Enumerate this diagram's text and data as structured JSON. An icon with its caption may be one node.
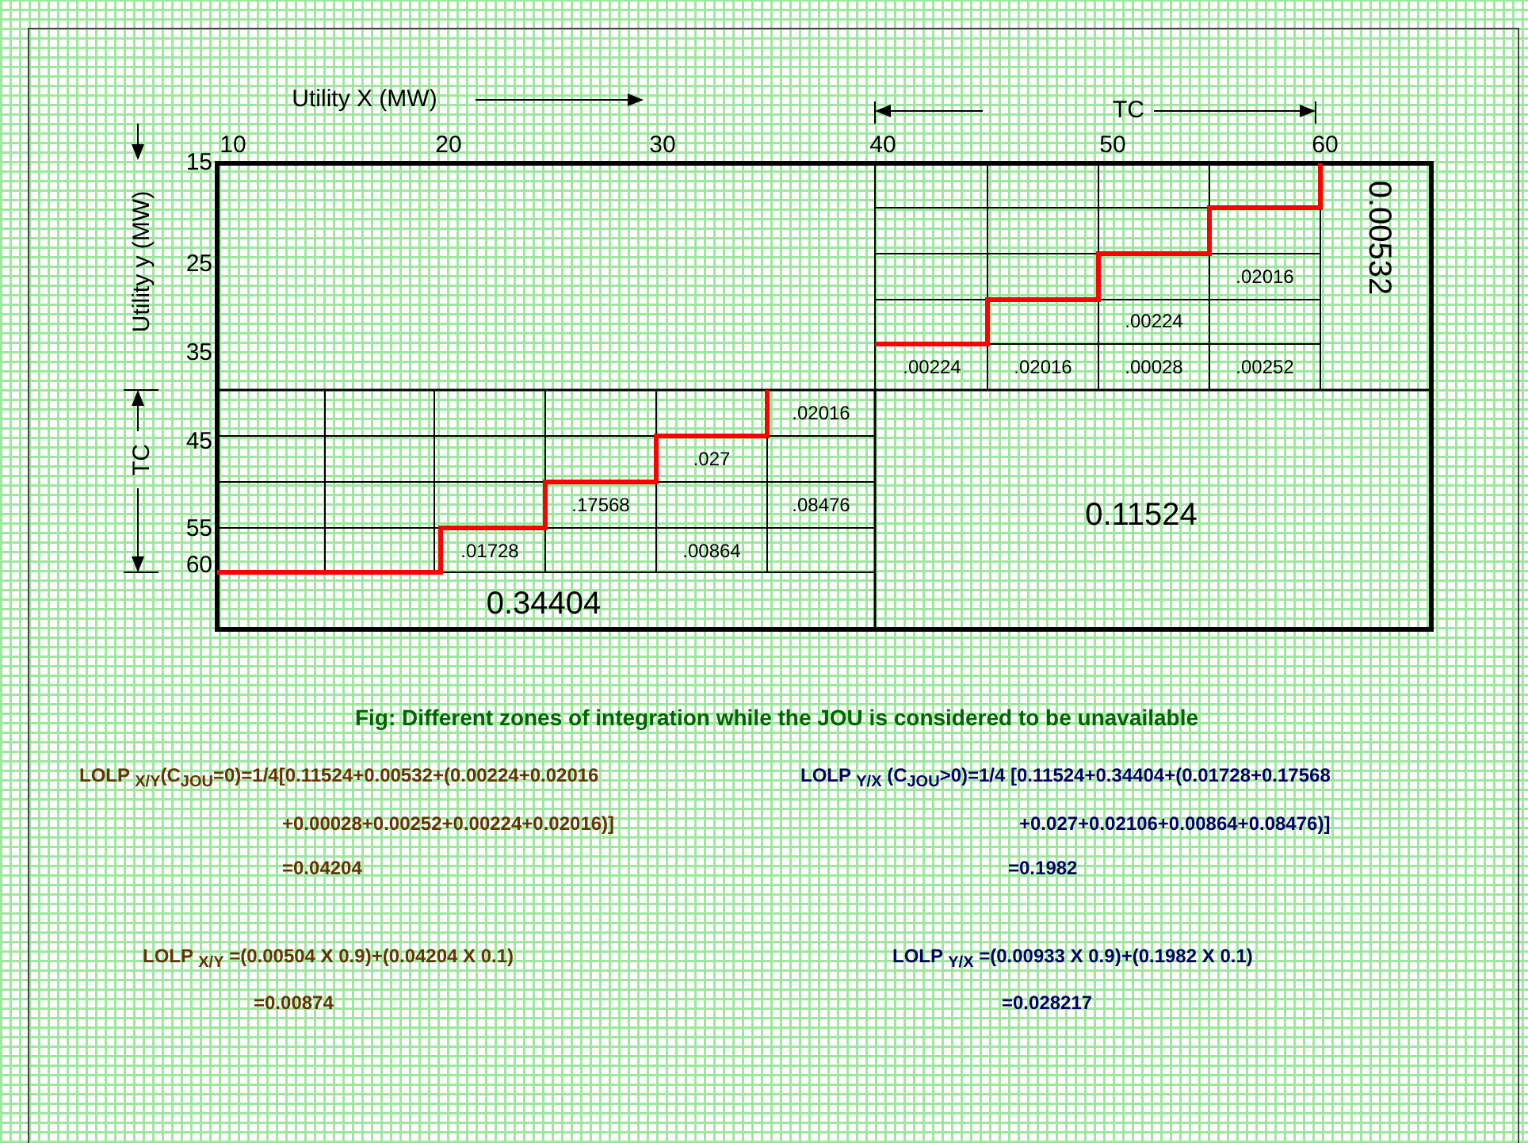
{
  "diagram": {
    "caption": "Fig: Different zones of integration while the JOU is considered to be unavailable",
    "labels": [
      "Utility X (MW)",
      "TC",
      "10",
      "20",
      "30",
      "40",
      "50",
      "60",
      "15",
      "Utility y (MW)",
      "25",
      "35",
      "TC",
      "45",
      "55",
      "60",
      ".02016",
      ".00224",
      "0.00532",
      ".00224",
      ".02016",
      ".00028",
      ".00252",
      ".02016",
      ".027",
      ".17568",
      ".08476",
      "0.11524",
      ".01728",
      ".00864",
      "0.34404",
      "LOLP $_{X/Y}$(C$_{JOU}$=0)=1/4[0.11524+0.00532+(0.00224+0.02016",
      "+0.00028+0.00252+0.00224+0.02016)]",
      "=0.04204",
      "LOLP $_{X/Y}$ =(0.00504 X 0.9)+(0.04204 X 0.1)",
      "=0.00874",
      "LOLP $_{Y/X}$ (C$_{JOU}$>0)=1/4 [0.11524+0.34404+(0.01728+0.17568",
      "+0.027+0.02106+0.00864+0.08476)]",
      "=0.1982",
      "LOLP $_{Y/X}$ =(0.00933 X 0.9)+(0.1982 X 0.1)",
      "=0.028217"
    ]
  }
}
